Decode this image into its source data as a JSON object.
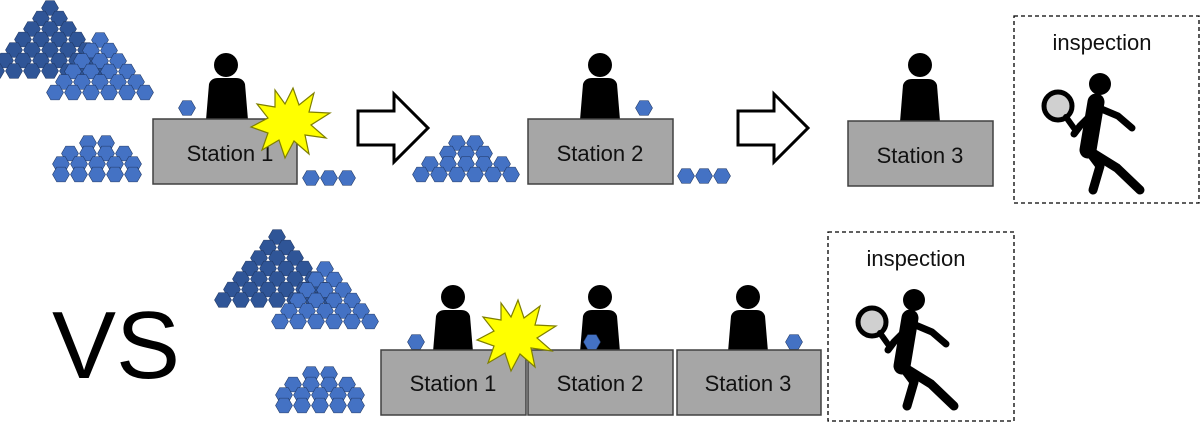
{
  "labels": {
    "station_1": "Station 1",
    "station_2": "Station 2",
    "station_3": "Station 3",
    "inspection": "inspection",
    "vs": "VS"
  },
  "colors": {
    "station_fill": "#a6a6a6",
    "station_stroke": "#404040",
    "hex_light": "#4472c4",
    "hex_dark": "#2f5597",
    "hex_stroke": "#203864",
    "burst_fill": "#ffff00",
    "burst_stroke": "#7f7f00",
    "person": "#000000",
    "inspection_border": "#000000"
  },
  "icons": {
    "worker": "person-at-desk-icon",
    "defect": "explosion-burst-icon",
    "flow": "outline-arrow-right-icon",
    "inspector": "person-with-magnifier-icon",
    "parts": "hexagon-part-icon"
  }
}
